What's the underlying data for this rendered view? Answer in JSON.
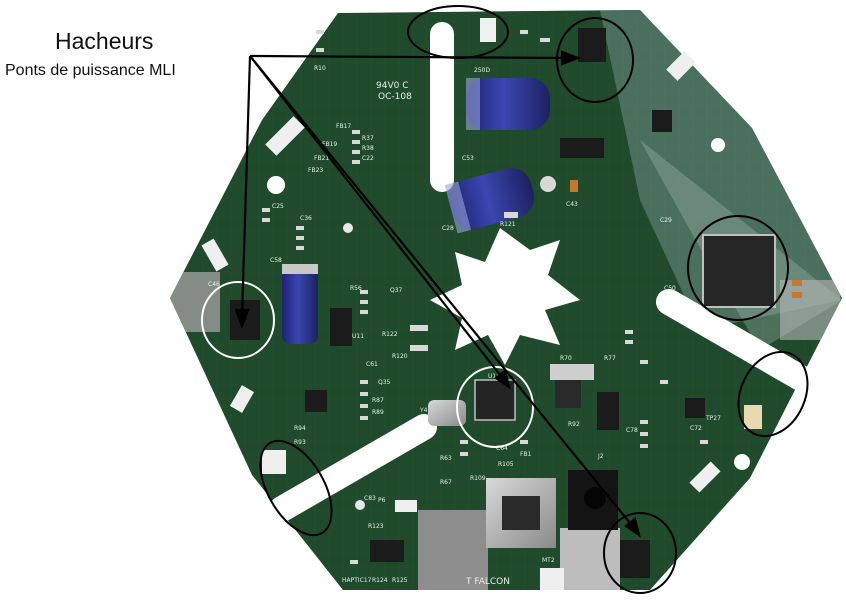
{
  "annotation": {
    "title": "Hacheurs",
    "subtitle": "Ponts de puissance MLI"
  },
  "board": {
    "labels": {
      "fabric": "94V0 C",
      "oc": "OC-108",
      "haptic": "HAPTIC17",
      "falcon": "T FALCON",
      "mt2": "MT2",
      "j2": "J2",
      "u11": "U11",
      "u14": "U14",
      "y4": "Y4",
      "c58": "C58",
      "c25": "C25",
      "c36": "C36",
      "c43": "C43",
      "c53": "C53",
      "c83": "C83",
      "r10": "R10",
      "r37": "R37",
      "r38": "R38",
      "r56": "R56",
      "r120": "R120",
      "r121": "R121",
      "r122": "R122",
      "r123": "R123",
      "r124": "R124",
      "r125": "R125",
      "p6": "P6",
      "fb17": "FB17",
      "fb19": "FB19",
      "fb21": "FB21",
      "fb23": "FB23",
      "c22": "C22",
      "q35": "Q35",
      "q37": "Q37",
      "r70": "R70",
      "r77": "R77",
      "r87": "R87",
      "r89": "R89",
      "r109": "R109",
      "r105": "R105",
      "r63": "R63",
      "r67": "R67",
      "r93": "R93",
      "r94": "R94",
      "r92": "R92",
      "c78": "C78",
      "c61": "C61",
      "c64": "C64",
      "c28": "C28",
      "c46": "C46",
      "c72": "C72",
      "c50": "C50",
      "c29": "C29",
      "tp27": "TP27",
      "fb1": "FB1",
      "cap_cap": "250D"
    }
  },
  "colors": {
    "pcb": "#1f4a2b",
    "pcb_dark": "#163a21",
    "pcb_light": "#2c5a36",
    "annotation": "#000000",
    "callout_white": "#ffffff",
    "capacitor": "#2b3590"
  }
}
